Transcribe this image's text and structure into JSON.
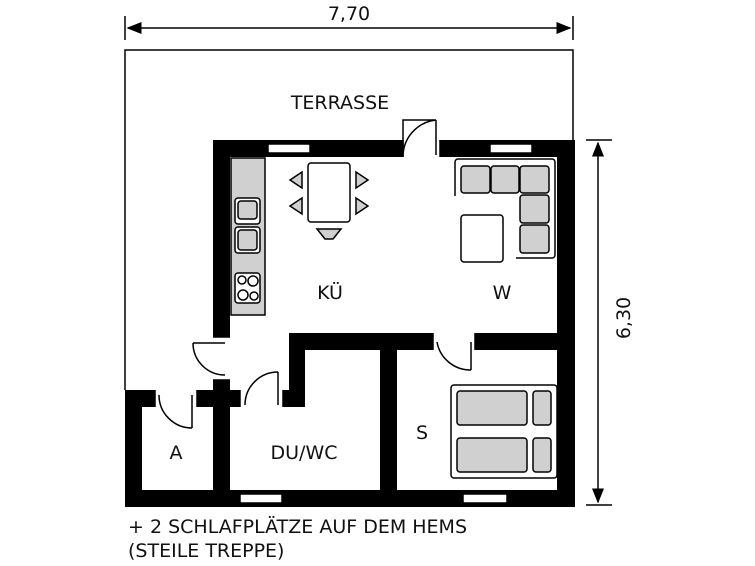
{
  "dimensions": {
    "width": "7,70",
    "depth": "6,30"
  },
  "rooms": {
    "terrace": "TERRASSE",
    "kitchen": "KÜ",
    "living": "W",
    "bedroom": "S",
    "storage": "A",
    "bathroom": "DU/WC"
  },
  "notes": [
    "+ 2 SCHLAFPLÄTZE AUF DEM HEMS",
    "(STEILE TREPPE)"
  ]
}
